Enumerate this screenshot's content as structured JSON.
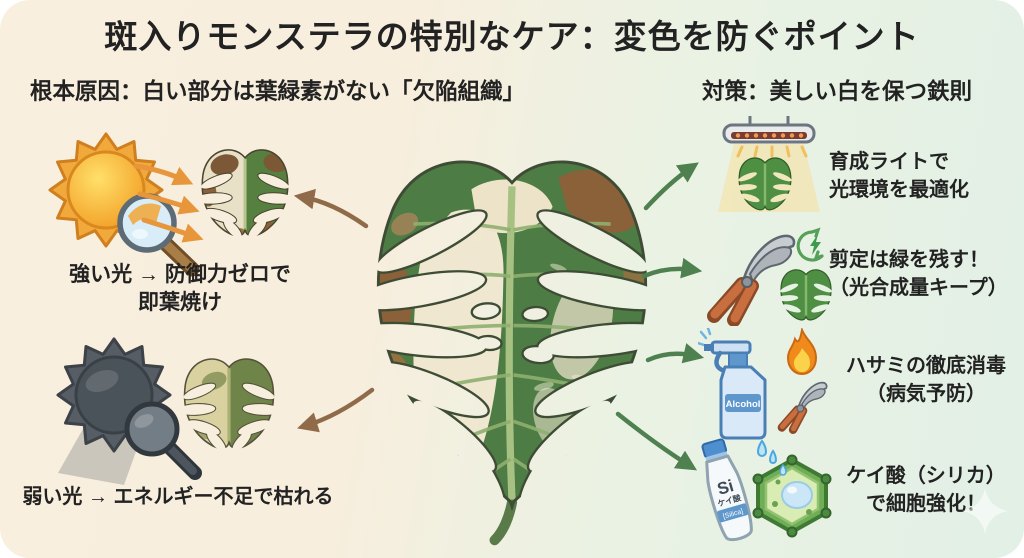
{
  "title": "斑入りモンステラの特別なケア：変色を防ぐポイント",
  "left_section": {
    "heading": "根本原因：白い部分は葉緑素がない「欠陥組織」",
    "items": [
      {
        "icon": "strong-sun-magnifier-burned-leaf",
        "lines": [
          "強い光 → 防御力ゼロで",
          "即葉焼け"
        ]
      },
      {
        "icon": "dark-sun-magnifier-withered-leaf",
        "lines": [
          "弱い光 → エネルギー不足で枯れる"
        ]
      }
    ]
  },
  "right_section": {
    "heading": "対策：美しい白を保つ鉄則",
    "items": [
      {
        "icon": "grow-light-leaf",
        "lines": [
          "育成ライトで",
          "光環境を最適化"
        ]
      },
      {
        "icon": "pruning-shears-energy-leaf",
        "lines": [
          "剪定は緑を残す！",
          "（光合成量キープ）"
        ]
      },
      {
        "icon": "alcohol-spray-flame-shears",
        "lines": [
          "ハサミの徹底消毒",
          "（病気予防）"
        ]
      },
      {
        "icon": "silica-bottle-plant-cell",
        "lines": [
          "ケイ酸（シリカ）",
          "で細胞強化！"
        ]
      }
    ]
  },
  "icon_labels": {
    "spray_bottle": "Alcohol",
    "silica_symbol": "Si",
    "silica_kana": "ケイ酸",
    "silica_en": "[Silica]"
  },
  "colors": {
    "bg_left": "#f9efde",
    "bg_right": "#e2f0e6",
    "text": "#222222",
    "arrow_brown": "#8f6b4a",
    "arrow_green": "#4e8050",
    "arrow_orange": "#e8963c",
    "leaf_green": "#4d7c44",
    "leaf_cream": "#efe7cf",
    "leaf_burn_brown": "#8a6138"
  }
}
